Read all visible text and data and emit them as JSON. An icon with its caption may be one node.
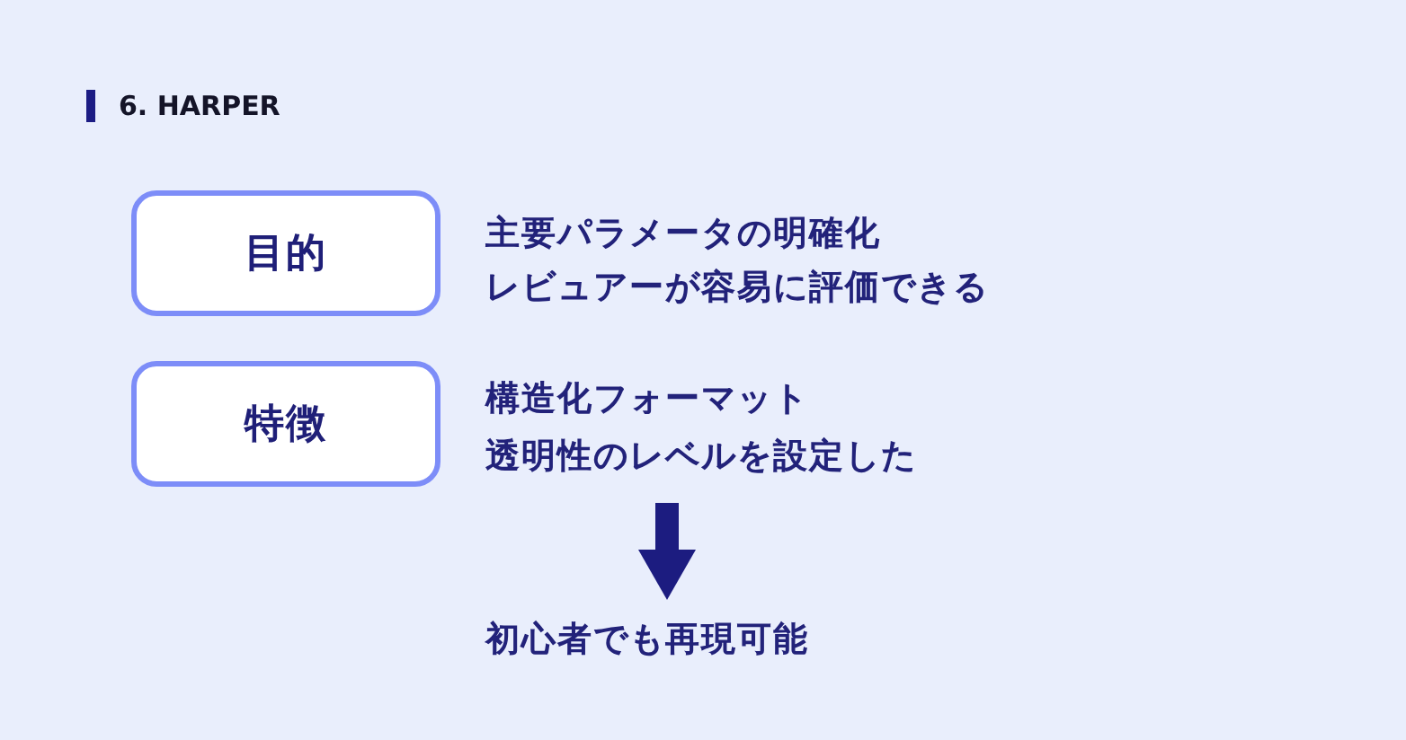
{
  "diagram": {
    "title": "6. HARPER",
    "nodes": [
      {
        "text": [
          "目的"
        ],
        "beside": [
          "主要パラメータの明確化",
          "レビュアーが容易に評価できる"
        ]
      },
      {
        "text": [
          "特徴"
        ]
      },
      {
        "text": [
          "構造化フォーマット",
          "透明性のレベルを設定した"
        ]
      },
      {
        "text": [
          "初心者でも再現可能"
        ]
      }
    ],
    "edges": [
      {
        "from": 2,
        "to": 3,
        "arrow": "to"
      }
    ]
  }
}
